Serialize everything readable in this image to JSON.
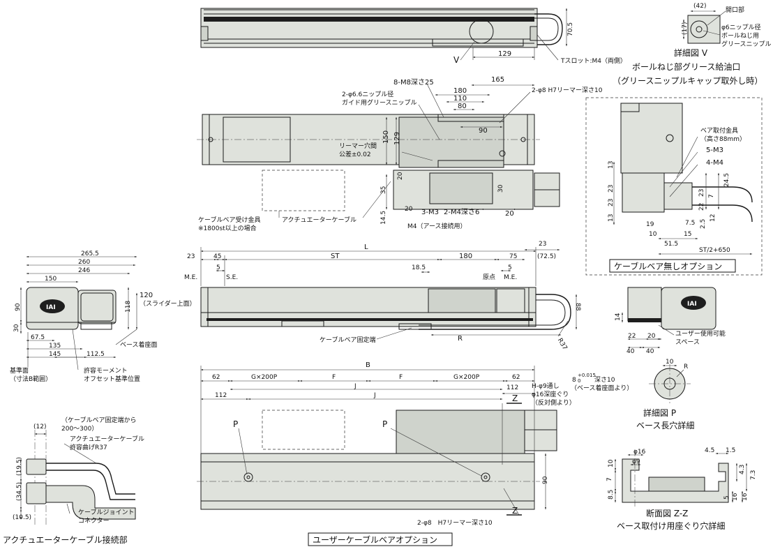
{
  "top_view": {
    "dim_70_5": "70.5",
    "dim_129": "129",
    "label_v": "V",
    "tslot": "Tスロット:M4（両側）"
  },
  "detail_v": {
    "dim_42": "(42)",
    "dim_17": "(17)",
    "opening": "開口部",
    "nipple": "φ6ニップル径",
    "ballscrew": "ボールねじ用",
    "grease": "グリースニップル",
    "title1": "詳細図 V",
    "title2": "ボールねじ部グリース給油口",
    "title3": "（グリースニップルキャップ取外し時）"
  },
  "plan_view": {
    "d165": "165",
    "m8": "8-M8深さ25",
    "d180": "180",
    "d110": "110",
    "d80": "80",
    "nipple66": "2-φ6.6ニップル径",
    "guide_grease": "ガイド用グリースニップル",
    "reamer8": "2-φ8 H7リーマー深さ10",
    "d90": "90",
    "reamer_pitch": "リーマー穴間",
    "tolerance": "公差±0.02",
    "d150": "150",
    "d129": "129",
    "d20a": "20",
    "d35": "35",
    "d30": "30",
    "d14_5": "14.5",
    "d20b": "20",
    "m3": "3-M3",
    "m4_6": "2-M4深さ6",
    "d20c": "20",
    "m4_ground": "M4（アース接続用）",
    "cable_bracket": "ケーブルベア受け金具",
    "over1800": "※1800st以上の場合",
    "actuator_cable": "アクチュエーターケーブル"
  },
  "no_bear_option": {
    "bracket": "ベア取付金具",
    "height": "（高さ88mm）",
    "m3": "5-M3",
    "m4": "4-M4",
    "d13a": "13",
    "d23a": "23",
    "d23b": "23",
    "d13b": "13",
    "d24_5": "24.5",
    "d7": "7",
    "d23c": "23",
    "d22": "22",
    "d12": "12",
    "d2_5": "2.5",
    "d7_5": "7.5",
    "d19": "19",
    "d10": "10",
    "d15": "15",
    "d51_5": "51.5",
    "st650": "ST/2+650",
    "title": "ケーブルベア無しオプション"
  },
  "side_view": {
    "d23a": "23",
    "d45": "45",
    "L": "L",
    "d23b": "23",
    "d72_5": "(72.5)",
    "d5a": "5",
    "ST": "ST",
    "d180": "180",
    "d75": "75",
    "me1": "M.E.",
    "se": "S.E.",
    "d18_5": "18.5",
    "origin": "原点",
    "d5b": "5",
    "me2": "M.E.",
    "d88": "88",
    "cable_fix": "ケーブルベア固定端",
    "R": "R",
    "r37": "R37"
  },
  "end_view": {
    "d265_5": "265.5",
    "d260": "260",
    "d246": "246",
    "d150": "150",
    "d120": "120",
    "slider_top": "（スライダー上面）",
    "d90": "90",
    "d118": "118",
    "d30": "30",
    "d67_5": "67.5",
    "d135": "135",
    "d145": "145",
    "d112_5": "112.5",
    "base_face": "ベース着座面",
    "ref_face": "基準面",
    "ref_range": "（寸法B範囲）",
    "moment": "許容モーメント",
    "offset": "オフセット基準位置",
    "logo": "IAI"
  },
  "user_space": {
    "d14": "14",
    "d22": "22",
    "d40a": "40",
    "d20": "20",
    "d40b": "40",
    "user_space": "ユーザー使用可能",
    "space": "スペース",
    "logo": "IAI"
  },
  "base_bottom": {
    "B": "B",
    "d62a": "62",
    "g200a": "G×200P",
    "Fa": "F",
    "Fb": "F",
    "g200b": "G×200P",
    "d62b": "62",
    "d112a": "112",
    "Ja": "J",
    "d112b": "112",
    "Jb": "J",
    "hphi9": "H-φ9通し",
    "phi16": "φ16深座ぐり",
    "reverse": "（反対側より）",
    "za": "Z",
    "pa": "P",
    "pb": "P",
    "d90": "90",
    "zb": "Z",
    "reamer": "2-φ8　H7リーマー深さ10",
    "title": "ユーザーケーブルベアオプション"
  },
  "detail_p": {
    "spec1": "8",
    "tol": "+0.015",
    "tol0": "0",
    "depth": "深さ10",
    "spec2": "（ベース着座面より）",
    "d10": "10",
    "r": "R",
    "title1": "詳細図 P",
    "title2": "ベース長穴詳細"
  },
  "section_zz": {
    "phi16": "φ16",
    "phi9": "φ9",
    "d4_5": "4.5",
    "d1_5": "1.5",
    "d10": "10",
    "d7": "7",
    "d4_3": "4.3",
    "d7_3": "7.3",
    "d8_5": "8.5",
    "d5": "5",
    "d16a": "16",
    "d16b": "16",
    "title1": "断面図 Z-Z",
    "title2": "ベース取付け用座ぐり穴詳細"
  },
  "cable_joint": {
    "from": "（ケーブルベア固定端から",
    "range": "200～300）",
    "d12": "(12)",
    "cable": "アクチュエーターケーブル",
    "bend": "許容曲げR37",
    "d19_5": "(19.5)",
    "d34_5": "(34.5)",
    "d10_5": "(10.5)",
    "joint": "ケーブルジョイント",
    "connector": "コネクター",
    "title": "アクチュエーターケーブル接続部"
  }
}
